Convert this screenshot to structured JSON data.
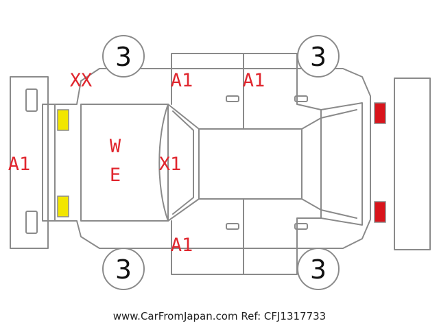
{
  "colors": {
    "outline": "#8a8a8a",
    "damage_code": "#e0262e",
    "front_lamp": "#f2e600",
    "rear_lamp": "#d8141b"
  },
  "tires": {
    "front_left": "3",
    "rear_left": "3",
    "front_right": "3",
    "rear_right": "3"
  },
  "damage_codes": {
    "left_front_fender": "XX",
    "left_front_door": "A1",
    "left_rear_door": "A1",
    "front_bumper": "A1",
    "hood_w": "W",
    "hood_e": "E",
    "windshield": "X1",
    "right_front_door": "A1"
  },
  "footer": {
    "source_text": "www.CarFromJapan.com Ref: CFJ1317733"
  }
}
